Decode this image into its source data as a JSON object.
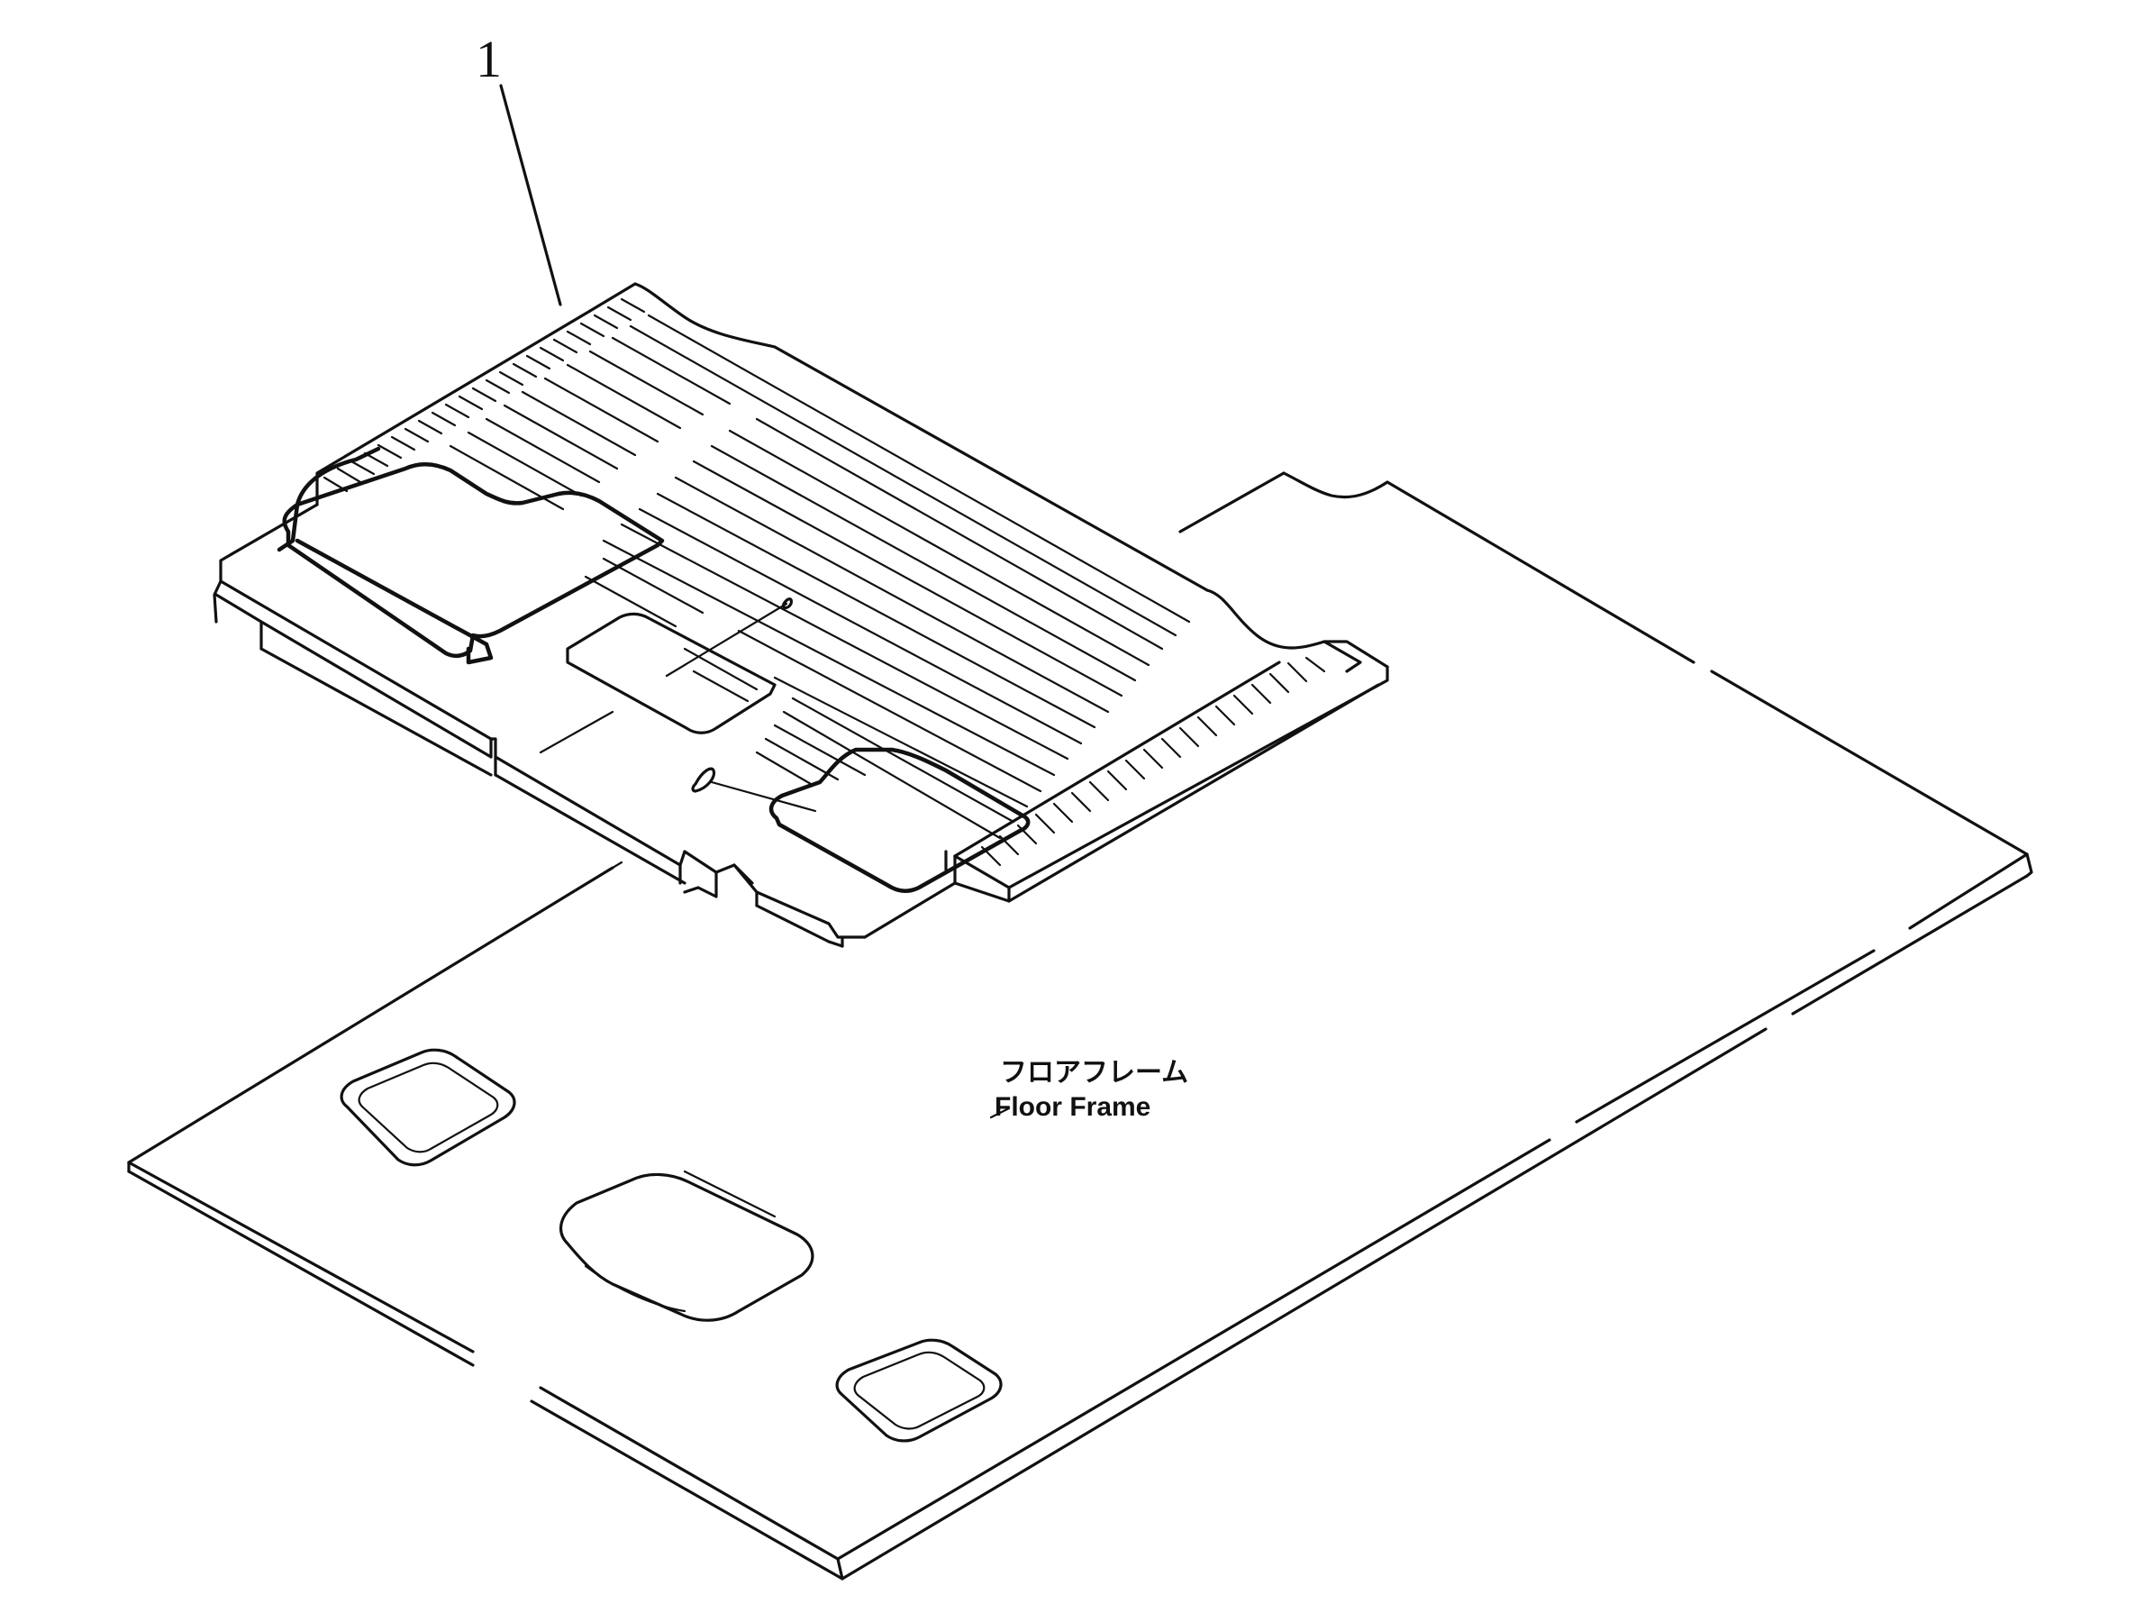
{
  "diagram": {
    "callout_number": "1",
    "label_japanese": "フロアフレーム",
    "label_english": "Floor Frame",
    "line_color": "#111111",
    "background_color": "#ffffff"
  }
}
